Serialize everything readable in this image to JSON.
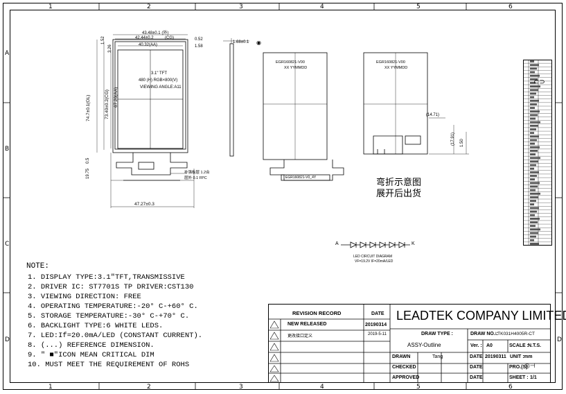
{
  "zones": {
    "columns": [
      "1",
      "2",
      "3",
      "4",
      "5",
      "6"
    ],
    "rows": [
      "A",
      "B",
      "C",
      "D"
    ]
  },
  "front_view": {
    "dim_overall_width": "43.48±0.1 (外)",
    "dim_cg_width": "42.44±0.2",
    "dim_cg_note": "(CG)",
    "dim_aa_width": "40.32(AA)",
    "dim_right_margin": "0.52",
    "dim_right_margin2": "1.58",
    "dim_top": "1.52",
    "dim_top2": "3.26",
    "dim_overall_height": "74.7±0.1(OL)",
    "dim_cg_height": "73.40±0.2(CG)",
    "dim_aa_height": "67.20(AA)",
    "dim_fpc_left": "19.75",
    "dim_fpc_left2": "0.5",
    "dim_fpc_width": "47.27±0.3",
    "label_line1": "3.1\" TFT",
    "label_line2": "480 (H) RGB×800(V)",
    "label_line3": "VIEWING ANGLE:A11",
    "fpc_note_line1": "补强板层 1.2合",
    "fpc_note_line2": "层外 0.1 FPC"
  },
  "side_view": {
    "dim_thickness": "1.68±0.1"
  },
  "back_view": {
    "label_line1": "EGR160821-V00",
    "label_line2": "XX YYMMDD",
    "fpc_label": "EGR160821-V0_4Y"
  },
  "bent_view": {
    "label_line1": "EGR160821-V00",
    "label_line2": "XX YYMMDD",
    "dim_a": "(14.71)",
    "dim_b": "(17.91)",
    "dim_c": "1.50",
    "caption_line1": "弯折示意图",
    "caption_line2": "展开后出货"
  },
  "led_diagram": {
    "anode": "A",
    "cathode": "K",
    "title": "LED CIRCUIT DIAGRAM",
    "spec": "VF=19.2V IF=20mA/LED"
  },
  "notes": {
    "title": "NOTE:",
    "items": [
      "1. DISPLAY TYPE:3.1\"TFT,TRANSMISSIVE",
      "2. DRIVER IC: ST7701S  TP DRIVER:CST130",
      "3. VIEWING DIRECTION: FREE",
      "4. OPERATING TEMPERATURE:-20° C-+60° C.",
      "5. STORAGE TEMPERATURE:-30° C-+70° C.",
      "6. BACKLIGHT TYPE:6 WHITE LEDS.",
      "7. LED:If=20.0mA/LED (CONSTANT CURRENT).",
      "8. (...) REFERENCE DIMENSION.",
      "9. \" ■\"ICON MEAN CRITICAL DIM",
      "10. MUST MEET THE REQUIREMENT OF ROHS"
    ]
  },
  "title_block": {
    "revision_record": "REVISION  RECORD",
    "date_header": "DATE",
    "rev1_text": "NEW RELEASED",
    "rev1_date": "20190314",
    "rev2_text": "更改接口定义",
    "rev2_date": "2019-5-11",
    "company": "LEADTEK COMPANY LIMITED",
    "draw_type_label": "DRAW TYPE :",
    "draw_type_value": "ASSY-Outline",
    "draw_no_label": "DRAW NO. :",
    "draw_no_value": "LTK031H4005R-CT",
    "ver_label": "Ver. :",
    "ver_value": "A0",
    "scale_label": "SCALE :",
    "scale_value": "N.T.S.",
    "unit_label": "UNIT :",
    "unit_value": "mm",
    "drawn_label": "DRAWN",
    "drawn_value": "Tang",
    "date_label": "DATE",
    "date_value": "20190311",
    "checked_label": "CHECKED",
    "approved_label": "APPROVED",
    "proj_label": "PRO.(S)",
    "sheet_label": "SHEET :",
    "sheet_value": "1/1"
  },
  "pin_table_rows": 52
}
